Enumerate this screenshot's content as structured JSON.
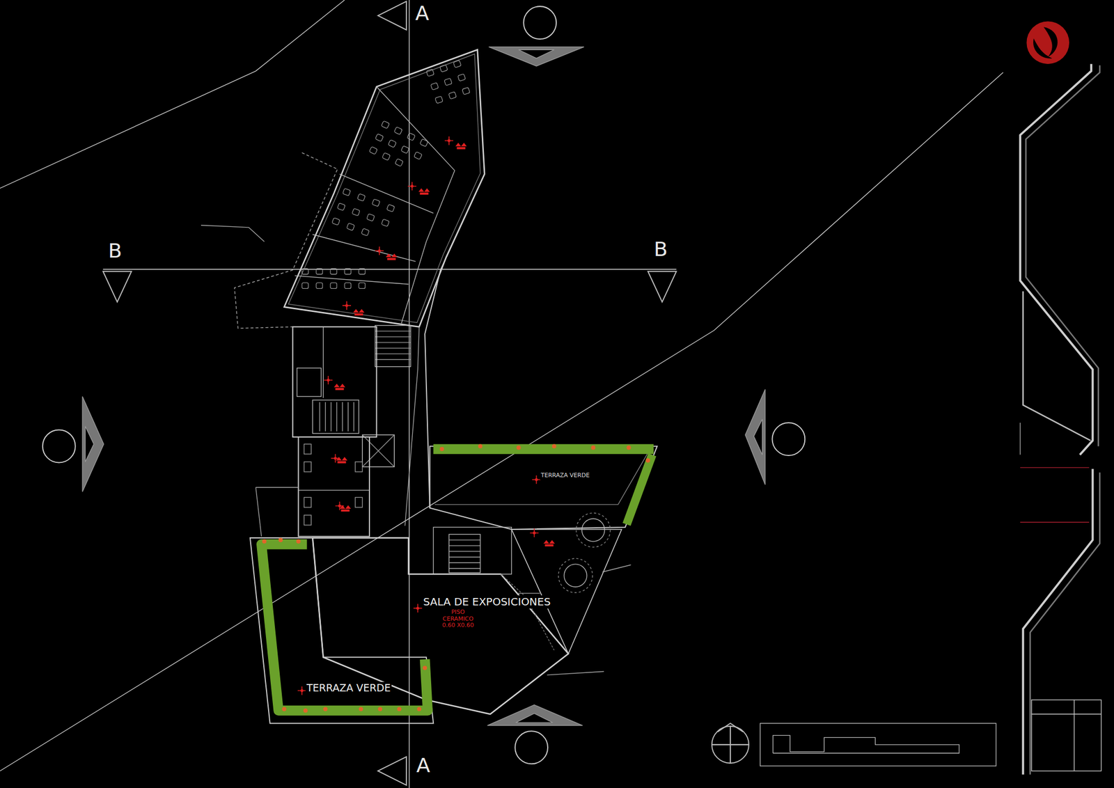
{
  "diagram": {
    "nodes": [
      {
        "text": [
          "SALA DE EXPOSICIONES",
          "PISO CERAMICO 0.60 X0.60"
        ]
      },
      {
        "text": [
          "TERRAZA VERDE"
        ]
      },
      {
        "text": [
          "TERRAZA VERDE"
        ]
      }
    ],
    "labels": [
      "A",
      "A",
      "B",
      "B"
    ]
  }
}
